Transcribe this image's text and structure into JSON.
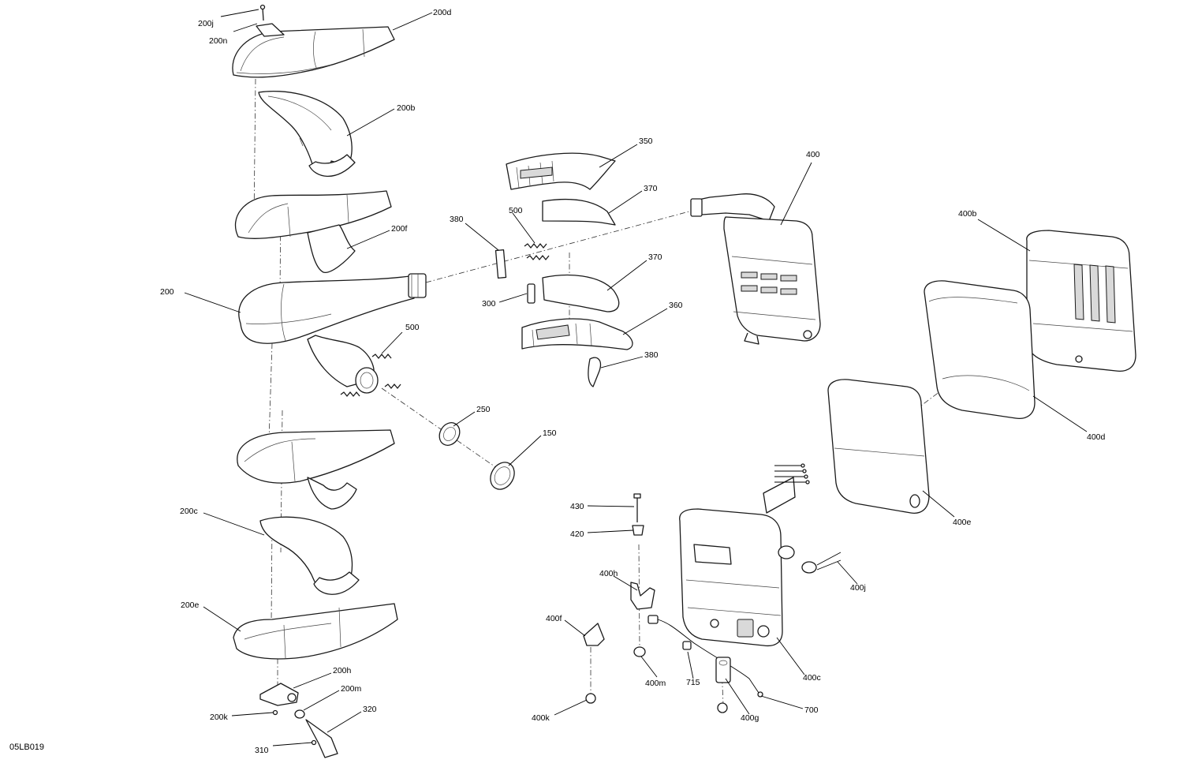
{
  "drawing_code": "05LB019",
  "callouts": {
    "c200j": "200j",
    "c200n": "200n",
    "c200d": "200d",
    "c200b": "200b",
    "c200f": "200f",
    "c200": "200",
    "c500a": "500",
    "c250": "250",
    "c150": "150",
    "c200c": "200c",
    "c200e": "200e",
    "c200h": "200h",
    "c200m": "200m",
    "c200k": "200k",
    "c320": "320",
    "c310": "310",
    "c350": "350",
    "c370a": "370",
    "c380a": "380",
    "c500b": "500",
    "c300": "300",
    "c370b": "370",
    "c360": "360",
    "c380b": "380",
    "c400": "400",
    "c400b": "400b",
    "c400d": "400d",
    "c400e": "400e",
    "c430": "430",
    "c420": "420",
    "c400h": "400h",
    "c400f": "400f",
    "c400m": "400m",
    "c715": "715",
    "c400c": "400c",
    "c400j": "400j",
    "c400k": "400k",
    "c400g": "400g",
    "c700": "700"
  }
}
